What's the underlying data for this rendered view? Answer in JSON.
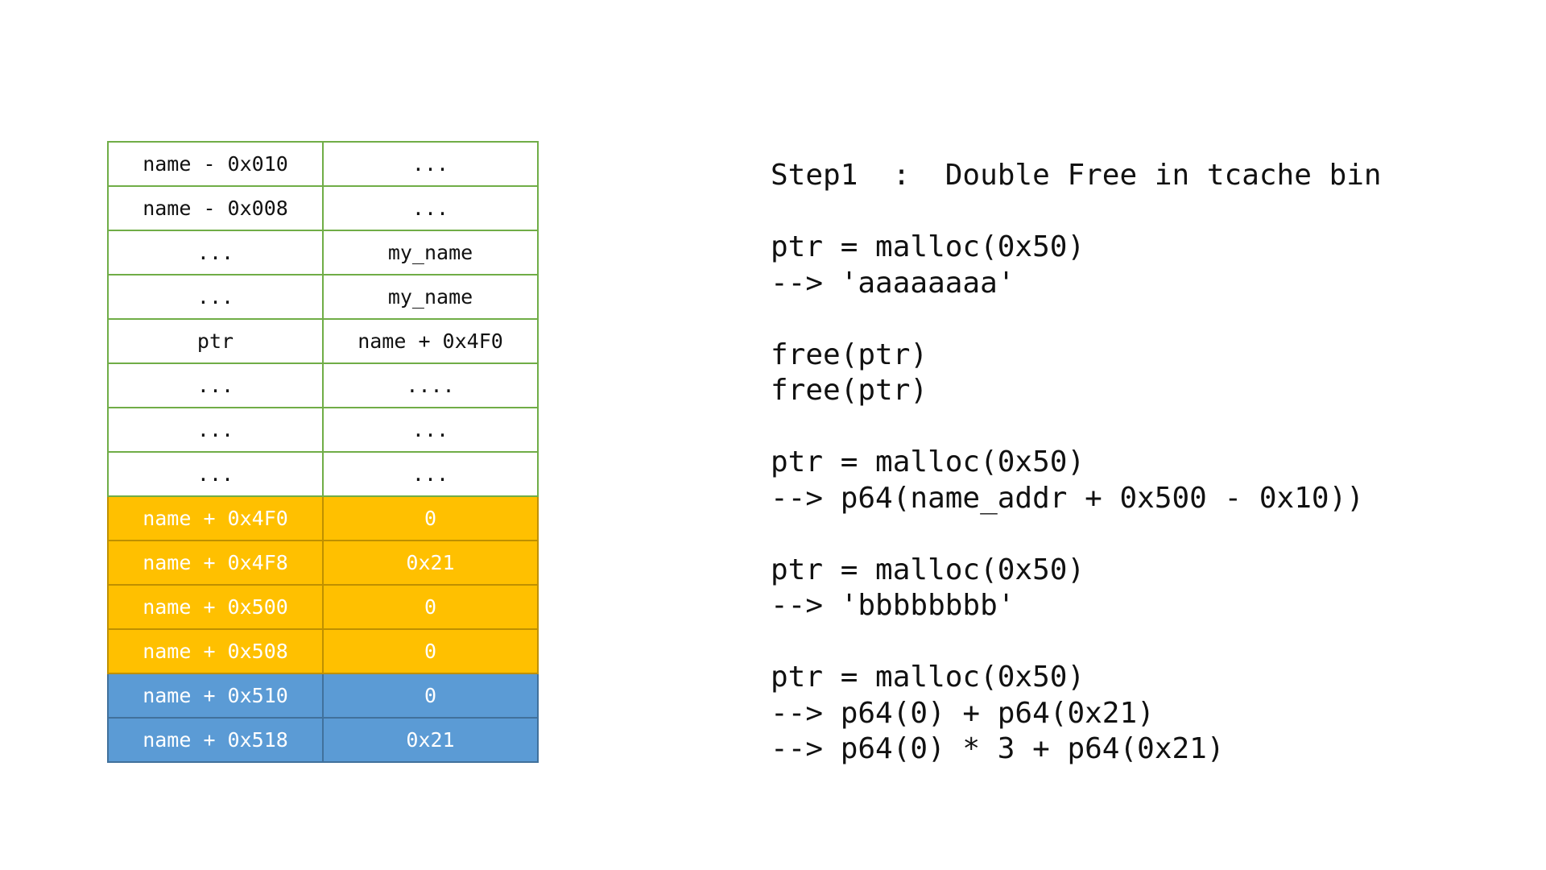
{
  "colors": {
    "green_border": "#70AD47",
    "orange_fill": "#FFC000",
    "orange_border": "#BF9000",
    "blue_fill": "#5B9BD5",
    "blue_border": "#41719C",
    "text_dark": "#111111",
    "text_light": "#FFFFFF"
  },
  "memory_table": {
    "columns": [
      "address",
      "value"
    ],
    "rows": [
      {
        "address": "name - 0x010",
        "value": "...",
        "style": "white"
      },
      {
        "address": "name - 0x008",
        "value": "...",
        "style": "white"
      },
      {
        "address": "...",
        "value": "my_name",
        "style": "white"
      },
      {
        "address": "...",
        "value": "my_name",
        "style": "white"
      },
      {
        "address": "ptr",
        "value": "name + 0x4F0",
        "style": "white"
      },
      {
        "address": "...",
        "value": "....",
        "style": "white"
      },
      {
        "address": "...",
        "value": "...",
        "style": "white"
      },
      {
        "address": "...",
        "value": "...",
        "style": "white"
      },
      {
        "address": "name + 0x4F0",
        "value": "0",
        "style": "orange"
      },
      {
        "address": "name + 0x4F8",
        "value": "0x21",
        "style": "orange"
      },
      {
        "address": "name + 0x500",
        "value": "0",
        "style": "orange"
      },
      {
        "address": "name + 0x508",
        "value": "0",
        "style": "orange"
      },
      {
        "address": "name + 0x510",
        "value": "0",
        "style": "blue"
      },
      {
        "address": "name + 0x518",
        "value": "0x21",
        "style": "blue"
      }
    ]
  },
  "code_panel": {
    "heading": "Step1  :  Double Free in tcache bin",
    "blocks": [
      [
        "ptr = malloc(0x50)",
        "--> 'aaaaaaaa'"
      ],
      [
        "free(ptr)",
        "free(ptr)"
      ],
      [
        "ptr = malloc(0x50)",
        "--> p64(name_addr + 0x500 - 0x10))"
      ],
      [
        "ptr = malloc(0x50)",
        "--> 'bbbbbbbb'"
      ],
      [
        "ptr = malloc(0x50)",
        "--> p64(0) + p64(0x21)",
        "--> p64(0) * 3 + p64(0x21)"
      ]
    ]
  }
}
